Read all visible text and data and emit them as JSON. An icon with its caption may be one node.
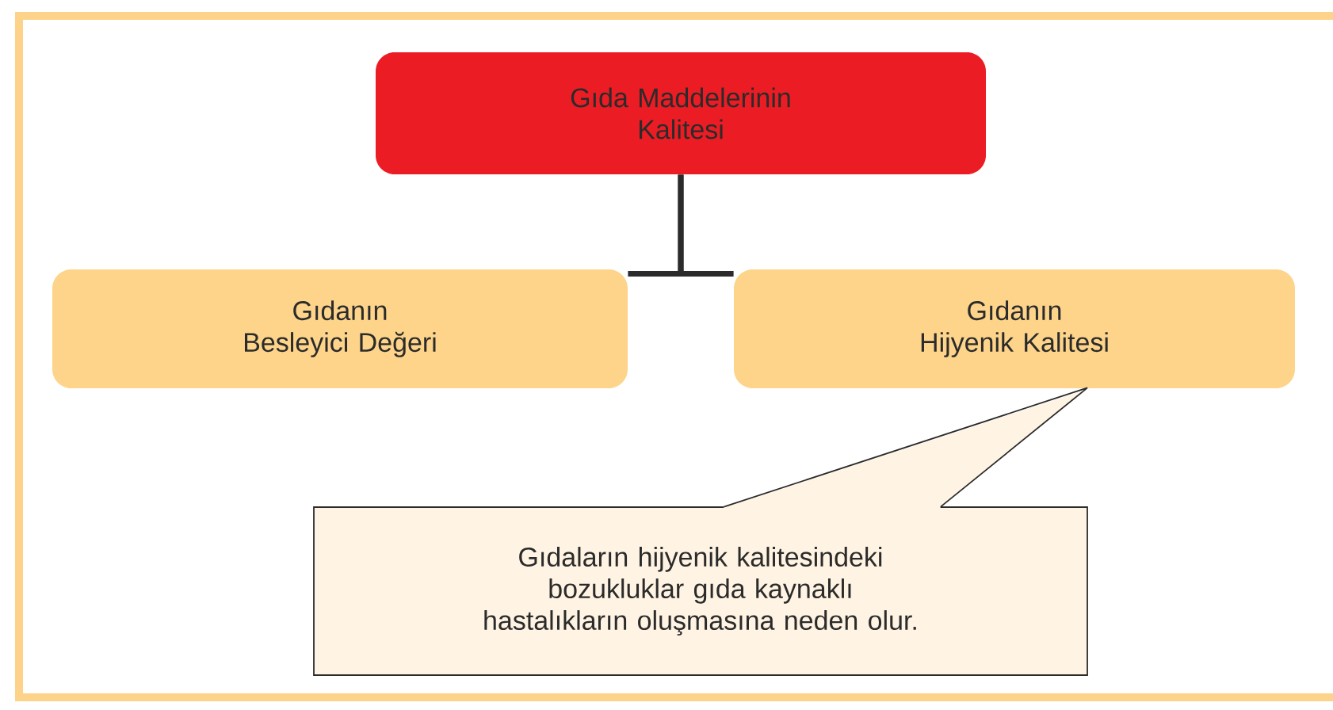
{
  "diagram": {
    "nodes": [
      {
        "text": [
          "Gıda Maddelerinin Kalitesi"
        ]
      },
      {
        "text": [
          "Gıdanın Besleyici Değeri"
        ]
      },
      {
        "text": [
          "Gıdanın Hijyenik Kalitesi"
        ]
      },
      {
        "text": [
          "Gıdaların hijyenik kalitesindeki bozukluklar gıda kaynaklı hastalıkların oluşmasına neden olur."
        ]
      }
    ],
    "edges": [
      {
        "from": 0,
        "to": 1,
        "arrow": "none"
      },
      {
        "from": 0,
        "to": 2,
        "arrow": "none"
      },
      {
        "from": 3,
        "to": 2,
        "arrow": "none"
      }
    ]
  }
}
